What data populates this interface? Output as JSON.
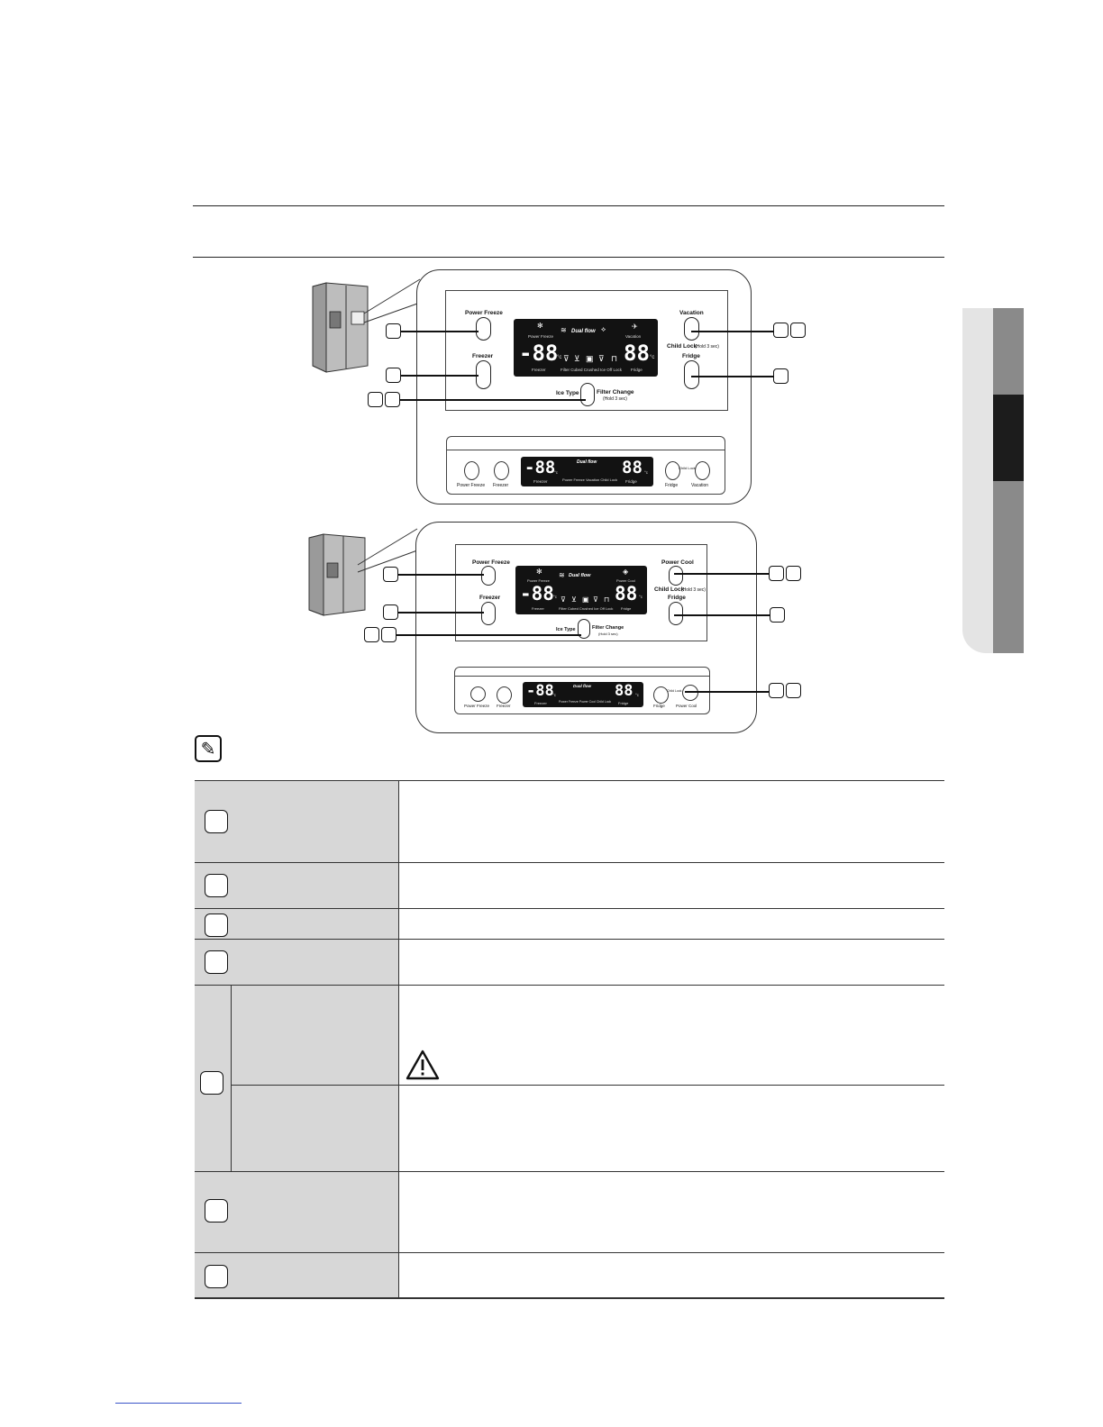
{
  "panel1": {
    "labels": {
      "power_freeze": "Power Freeze",
      "freezer": "Freezer",
      "vacation": "Vacation",
      "child_lock": "Child Lock",
      "child_lock_hold": "(Hold 3 sec)",
      "fridge": "Fridge",
      "ice_type": "Ice Type",
      "filter_change": "Filter Change",
      "filter_change_hold": "(Hold 3 sec)"
    },
    "display": {
      "power_freeze": "Power Freeze",
      "dual_flow": "Dual flow",
      "vacation": "Vacation",
      "freezer_temp": "-88",
      "fridge_temp": "88",
      "unit": "°c",
      "freezer": "Freezer",
      "fridge": "Fridge",
      "icons": "Filter  Cubed  Crushed  Ice Off  Lock"
    },
    "bottom": {
      "freezer_temp": "-88",
      "fridge_temp": "88",
      "unit": "°c",
      "dual_flow": "Dual flow",
      "freezer": "Freezer",
      "fridge": "Fridge",
      "icons": "Power Freeze  Vacation  Child Lock",
      "btn_power_freeze": "Power Freeze",
      "btn_freezer": "Freezer",
      "btn_fridge": "Fridge",
      "btn_vacation": "Vacation",
      "child_lock_small": "Child Lock"
    }
  },
  "panel2": {
    "labels": {
      "power_freeze": "Power Freeze",
      "freezer": "Freezer",
      "power_cool": "Power Cool",
      "child_lock": "Child Lock",
      "child_lock_hold": "(Hold 3 sec)",
      "fridge": "Fridge",
      "ice_type": "Ice Type",
      "filter_change": "Filter Change",
      "filter_change_hold": "(Hold 3 sec)"
    },
    "display": {
      "power_freeze": "Power Freeze",
      "dual_flow": "Dual flow",
      "power_cool": "Power Cool",
      "freezer_temp": "-88",
      "fridge_temp": "88",
      "unit": "°c",
      "freezer": "Freezer",
      "fridge": "Fridge",
      "icons": "Filter  Cubed  Crushed  Ice Off  Lock"
    },
    "bottom": {
      "freezer_temp": "-88",
      "fridge_temp": "88",
      "unit": "°c",
      "dual_flow": "Dual flow",
      "freezer": "Freezer",
      "fridge": "Fridge",
      "icons": "Power Freeze  Power Cool  Child Lock",
      "btn_power_freeze": "Power Freeze",
      "btn_freezer": "Freezer",
      "btn_fridge": "Fridge",
      "btn_power_cool": "Power Cool",
      "child_lock_small": "Child Lock"
    }
  }
}
